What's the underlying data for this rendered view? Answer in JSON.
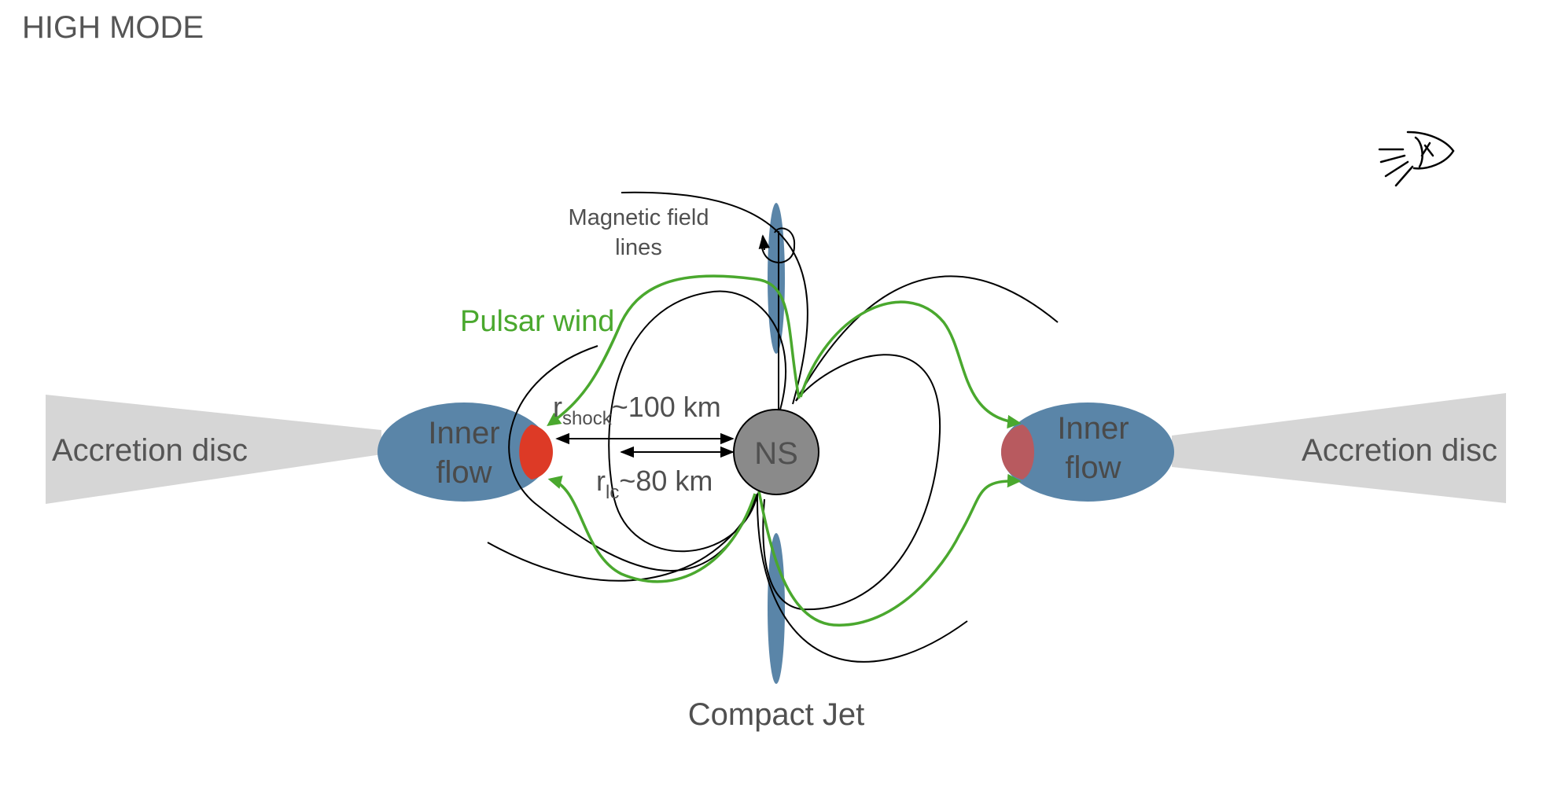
{
  "title": "HIGH MODE",
  "labels": {
    "accretion_left": "Accretion disc",
    "accretion_right": "Accretion disc",
    "inner_flow_left_line1": "Inner",
    "inner_flow_left_line2": "flow",
    "inner_flow_right_line1": "Inner",
    "inner_flow_right_line2": "flow",
    "ns": "NS",
    "magnetic_line1": "Magnetic field",
    "magnetic_line2": "lines",
    "pulsar_wind": "Pulsar wind",
    "r_shock_symbol": "r",
    "r_shock_sub": "shock",
    "r_shock_value": "~100 km",
    "r_lc_symbol": "r",
    "r_lc_sub": "lc",
    "r_lc_value": "~80 km",
    "compact_jet": "Compact Jet"
  },
  "icons": {
    "observer": "eye-icon"
  },
  "colors": {
    "title": "#555555",
    "disc": "#d6d6d6",
    "inner_flow": "#5a85a8",
    "inner_flow_text": "#4a4a4a",
    "shock_left": "#dd3a26",
    "shock_right": "#b85a5f",
    "ns_fill": "#8a8a8a",
    "jet": "#5a85a8",
    "pulsar_wind": "#4aa82e",
    "field_lines": "#000000",
    "text": "#505050"
  }
}
